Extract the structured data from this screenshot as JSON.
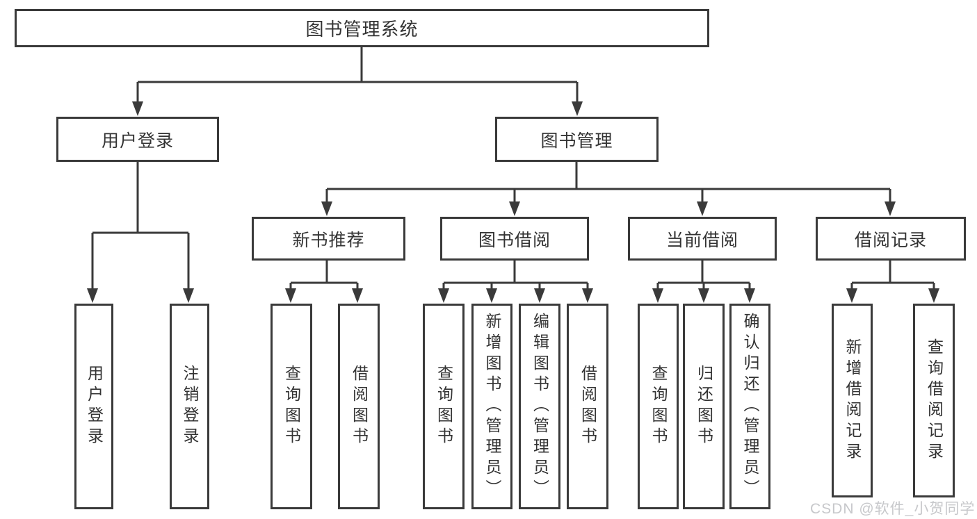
{
  "colors": {
    "line": "#3a3a3a",
    "border": "#3a3a3a",
    "text": "#333333",
    "background": "#ffffff",
    "watermark": "#c7c8cb"
  },
  "watermark": {
    "text": "CSDN @软件_小贺同学"
  },
  "tree": {
    "root": "图书管理系统",
    "login_branch": {
      "label": "用户登录",
      "leaves": [
        "用户登录",
        "注销登录"
      ]
    },
    "mgmt_branch": {
      "label": "图书管理",
      "groups": [
        {
          "label": "新书推荐",
          "leaves": [
            "查询图书",
            "借阅图书"
          ]
        },
        {
          "label": "图书借阅",
          "leaves": [
            "查询图书",
            "新增图书（管理员）",
            "编辑图书（管理员）",
            "借阅图书"
          ]
        },
        {
          "label": "当前借阅",
          "leaves": [
            "查询图书",
            "归还图书",
            "确认归还（管理员）"
          ]
        },
        {
          "label": "借阅记录",
          "leaves": [
            "新增借阅记录",
            "查询借阅记录"
          ]
        }
      ]
    }
  }
}
